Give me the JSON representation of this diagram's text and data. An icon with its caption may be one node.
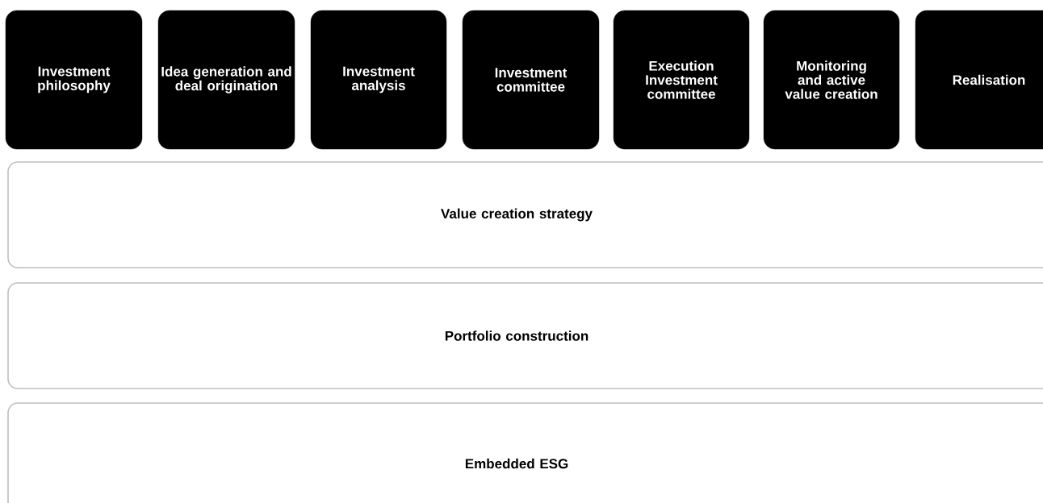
{
  "diagram": {
    "nodes": [
      {
        "text": [
          "Investment philosophy"
        ]
      },
      {
        "text": [
          "Idea generation and deal origination"
        ]
      },
      {
        "text": [
          "Investment analysis"
        ]
      },
      {
        "text": [
          "Investment committee"
        ]
      },
      {
        "text": [
          "Execution Investment committee"
        ]
      },
      {
        "text": [
          "Monitoring and active value creation"
        ]
      },
      {
        "text": [
          "Realisation"
        ]
      },
      {
        "text": [
          "Value creation strategy"
        ]
      },
      {
        "text": [
          "Portfolio construction"
        ]
      },
      {
        "text": [
          "Embedded ESG"
        ]
      }
    ]
  }
}
